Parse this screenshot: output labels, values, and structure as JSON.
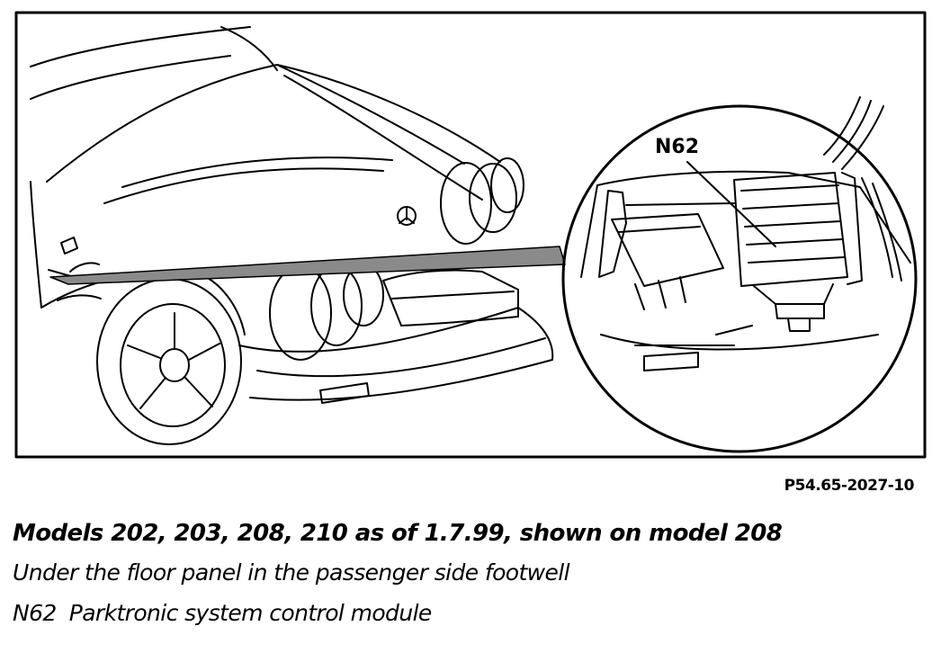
{
  "figure": {
    "callout_label": "N62",
    "figure_code": "P54.65-2027-10"
  },
  "caption": {
    "models_line": "Models 202, 203, 208, 210 as of 1.7.99, shown on model 208",
    "location_line": "Under the floor panel in the passenger side footwell",
    "legend": {
      "code": "N62",
      "description": "Parktronic system control module"
    }
  },
  "colors": {
    "line": "#000000",
    "background": "#ffffff",
    "leader_fill": "#8a8a8a"
  }
}
